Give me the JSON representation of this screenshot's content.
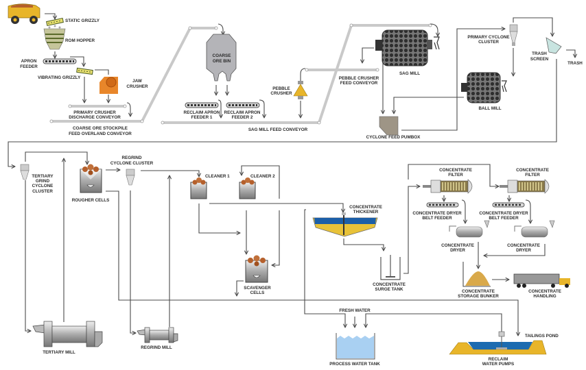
{
  "colors": {
    "flow_line": "#4a4a4a",
    "conveyor": "#c9c9c9",
    "ore": "#b5602c",
    "equipment_orange": "#e8862a",
    "equipment_yellow": "#e8b52a",
    "water": "#1c6bb0",
    "process_water": "#a9d0f2",
    "concentrate": "#d9a94a"
  },
  "labels": {
    "static_grizzly": "STATIC GRIZZLY",
    "rom_hopper": "ROM HOPPER",
    "apron_feeder": [
      "APRON",
      "FEEDER"
    ],
    "vibrating_grizzly": "VIBRATING GRIZZLY",
    "jaw_crusher": [
      "JAW",
      "CRUSHER"
    ],
    "primary_crusher_conveyor": [
      "PRIMARY CRUSHER",
      "DISCHARGE CONVEYOR"
    ],
    "overland_conveyor": [
      "COARSE ORE STOCKPILE",
      "FEED OVERLAND CONVEYOR"
    ],
    "coarse_ore_bin": [
      "COARSE",
      "ORE BIN"
    ],
    "reclaim_feeder_1": [
      "RECLAIM APRON",
      "FEEDER 1"
    ],
    "reclaim_feeder_2": [
      "RECLAIM APRON",
      "FEEDER 2"
    ],
    "sag_feed_conveyor": "SAG MILL FEED CONVEYOR",
    "pebble_crusher": [
      "PEBBLE",
      "CRUSHER"
    ],
    "pebble_conveyor": [
      "PEBBLE CRUSHER",
      "FEED CONVEYOR"
    ],
    "sag_mill": "SAG MILL",
    "primary_cyclone": [
      "PRIMARY CYCLONE",
      "CLUSTER"
    ],
    "trash_screen": [
      "TRASH",
      "SCREEN"
    ],
    "trash": "TRASH",
    "ball_mill": "BALL MILL",
    "cyclone_pumpbox": "CYCLONE FEED PUMBOX",
    "tertiary_cyclone": [
      "TERTIARY",
      "GRIND",
      "CYCLONE",
      "CLUSTER"
    ],
    "rougher_cells": "ROUGHER CELLS",
    "regrind_cyclone": [
      "REGRIND",
      "CYCLONE CLUSTER"
    ],
    "cleaner_1": "CLEANER 1",
    "cleaner_2": "CLEANER 2",
    "scavenger_cells": [
      "SCAVENGER",
      "CELLS"
    ],
    "tertiary_mill": "TERTIARY MILL",
    "regrind_mill": "REGRIND MILL",
    "concentrate_thickener": [
      "CONCENTRATE",
      "THICKENER"
    ],
    "surge_tank": [
      "CONCENTRATE",
      "SURGE TANK"
    ],
    "filter_1": [
      "CONCENTRATE",
      "FILTER"
    ],
    "filter_2": [
      "CONCENTRATE",
      "FILTER"
    ],
    "belt_feeder_1": [
      "CONCENTRATE DRYER",
      "BELT FEEDER"
    ],
    "belt_feeder_2": [
      "CONCENTRATE DRYER",
      "BELT FEEDER"
    ],
    "dryer_1": [
      "CONCENTRATE",
      "DRYER"
    ],
    "dryer_2": [
      "CONCENTRATE",
      "DRYER"
    ],
    "storage_bunker": [
      "CONCENTRATE",
      "STORAGE BUNKER"
    ],
    "concentrate_handling": [
      "CONCENTRATE",
      "HANDLING"
    ],
    "fresh_water": "FRESH WATER",
    "process_water_tank": "PROCESS WATER TANK",
    "tailings_pond": "TAILINGS POND",
    "reclaim_pumps": [
      "RECLAIM",
      "WATER PUMPS"
    ]
  }
}
